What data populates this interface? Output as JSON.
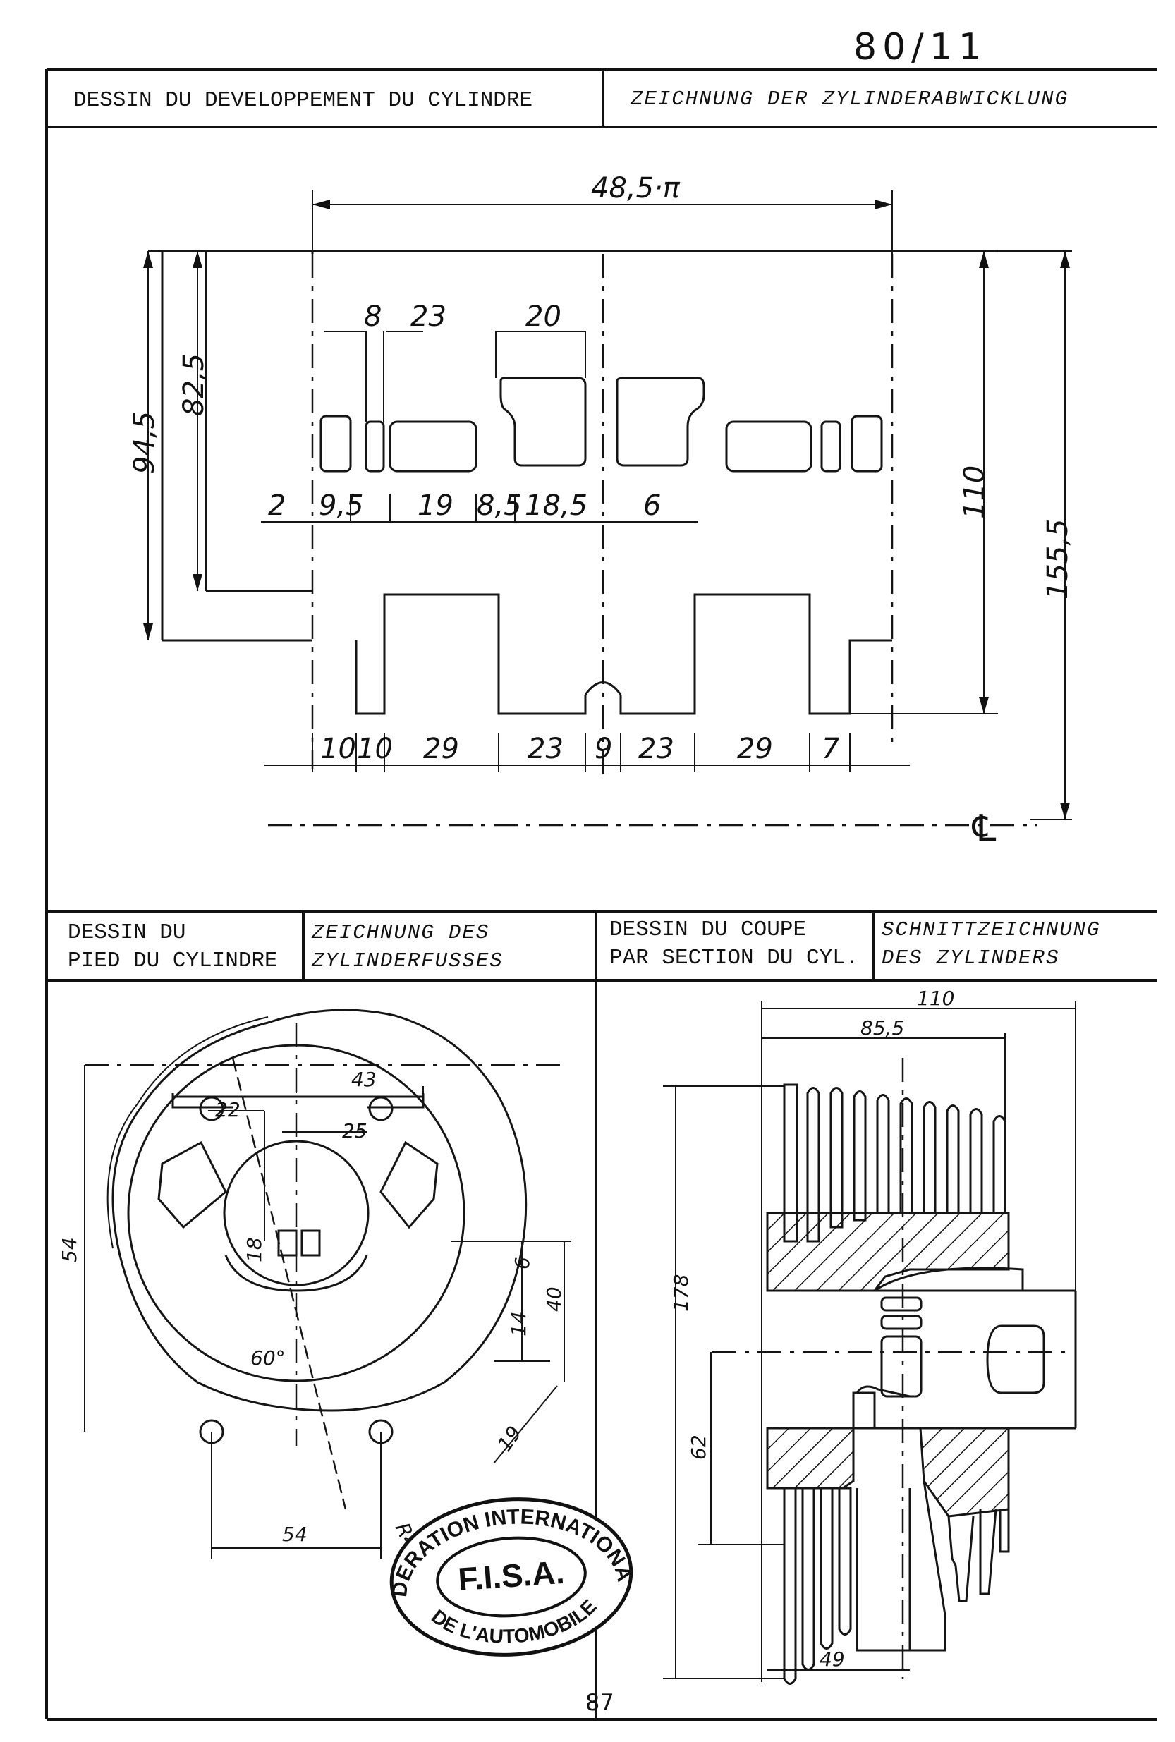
{
  "sheet_number": "80/11",
  "page_number": "87",
  "panels": {
    "development": {
      "title_fr": "DESSIN DU DEVELOPPEMENT DU CYLINDRE",
      "title_de": "ZEICHNUNG DER ZYLINDERABWICKLUNG",
      "dimensions": {
        "total_width": "48,5·π",
        "port_8": "8",
        "port_23": "23",
        "port_20": "20",
        "h_94_5": "94,5",
        "h_82_5": "82,5",
        "h_110": "110",
        "h_155_5": "155,5",
        "w_2": "2",
        "w_9_5": "9,5",
        "w_19": "19",
        "w_8_5": "8,5",
        "w_18_5": "18,5",
        "w_6": "6",
        "b_10a": "10",
        "b_10b": "10",
        "b_29a": "29",
        "b_23a": "23",
        "b_9": "9",
        "b_23b": "23",
        "b_29b": "29",
        "b_7": "7",
        "centerline": "℄"
      }
    },
    "foot": {
      "title_fr_line1": "DESSIN DU",
      "title_fr_line2": "PIED DU CYLINDRE",
      "title_de_line1": "ZEICHNUNG  DES",
      "title_de_line2": "ZYLINDERFUSSES",
      "dimensions": {
        "d_43": "43",
        "d_22": "22",
        "d_25": "25",
        "d_18": "18",
        "d_6": "6",
        "d_40": "40",
        "d_14": "14",
        "d_54_left": "54",
        "d_54_bottom": "54",
        "d_19": "19",
        "angle": "60°",
        "radius": "R4"
      }
    },
    "section": {
      "title_fr_line1": "DESSIN DU COUPE",
      "title_fr_line2": "PAR SECTION DU CYL.",
      "title_de_line1": "SCHNITTZEICHNUNG",
      "title_de_line2": "DES  ZYLINDERS",
      "dimensions": {
        "d_110": "110",
        "d_85_5": "85,5",
        "d_178": "178",
        "d_62": "62",
        "d_49": "49"
      }
    }
  },
  "stamp": {
    "top_text": "FEDERATION INTERNATIONALE",
    "bottom_text": "DE L'AUTOMOBILE",
    "center_text": "F.I.S.A."
  }
}
